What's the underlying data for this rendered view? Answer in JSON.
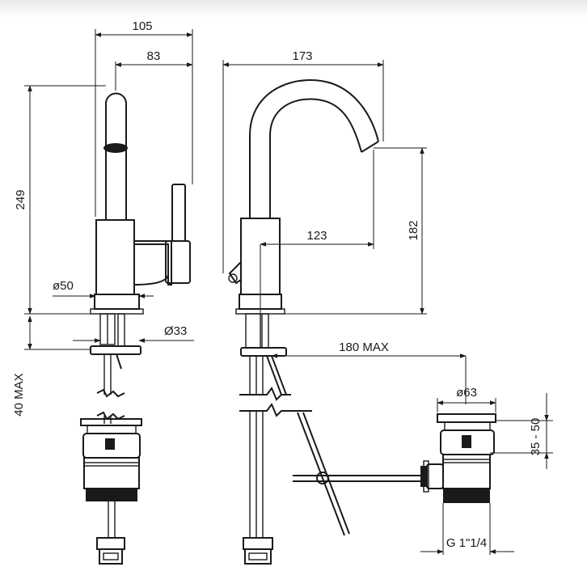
{
  "drawing": {
    "dimensions": {
      "overall_depth": "105",
      "spout_reach_side": "83",
      "overall_height": "249",
      "base_diameter": "ø50",
      "shank_diameter": "Ø33",
      "deck_thickness": "40 MAX",
      "spout_reach": "173",
      "spout_height": "182",
      "handle_offset": "123",
      "rod_length": "180 MAX",
      "waste_flange_diameter": "ø63",
      "waste_height": "35 - 50",
      "waste_thread": "G 1\"1/4"
    }
  }
}
